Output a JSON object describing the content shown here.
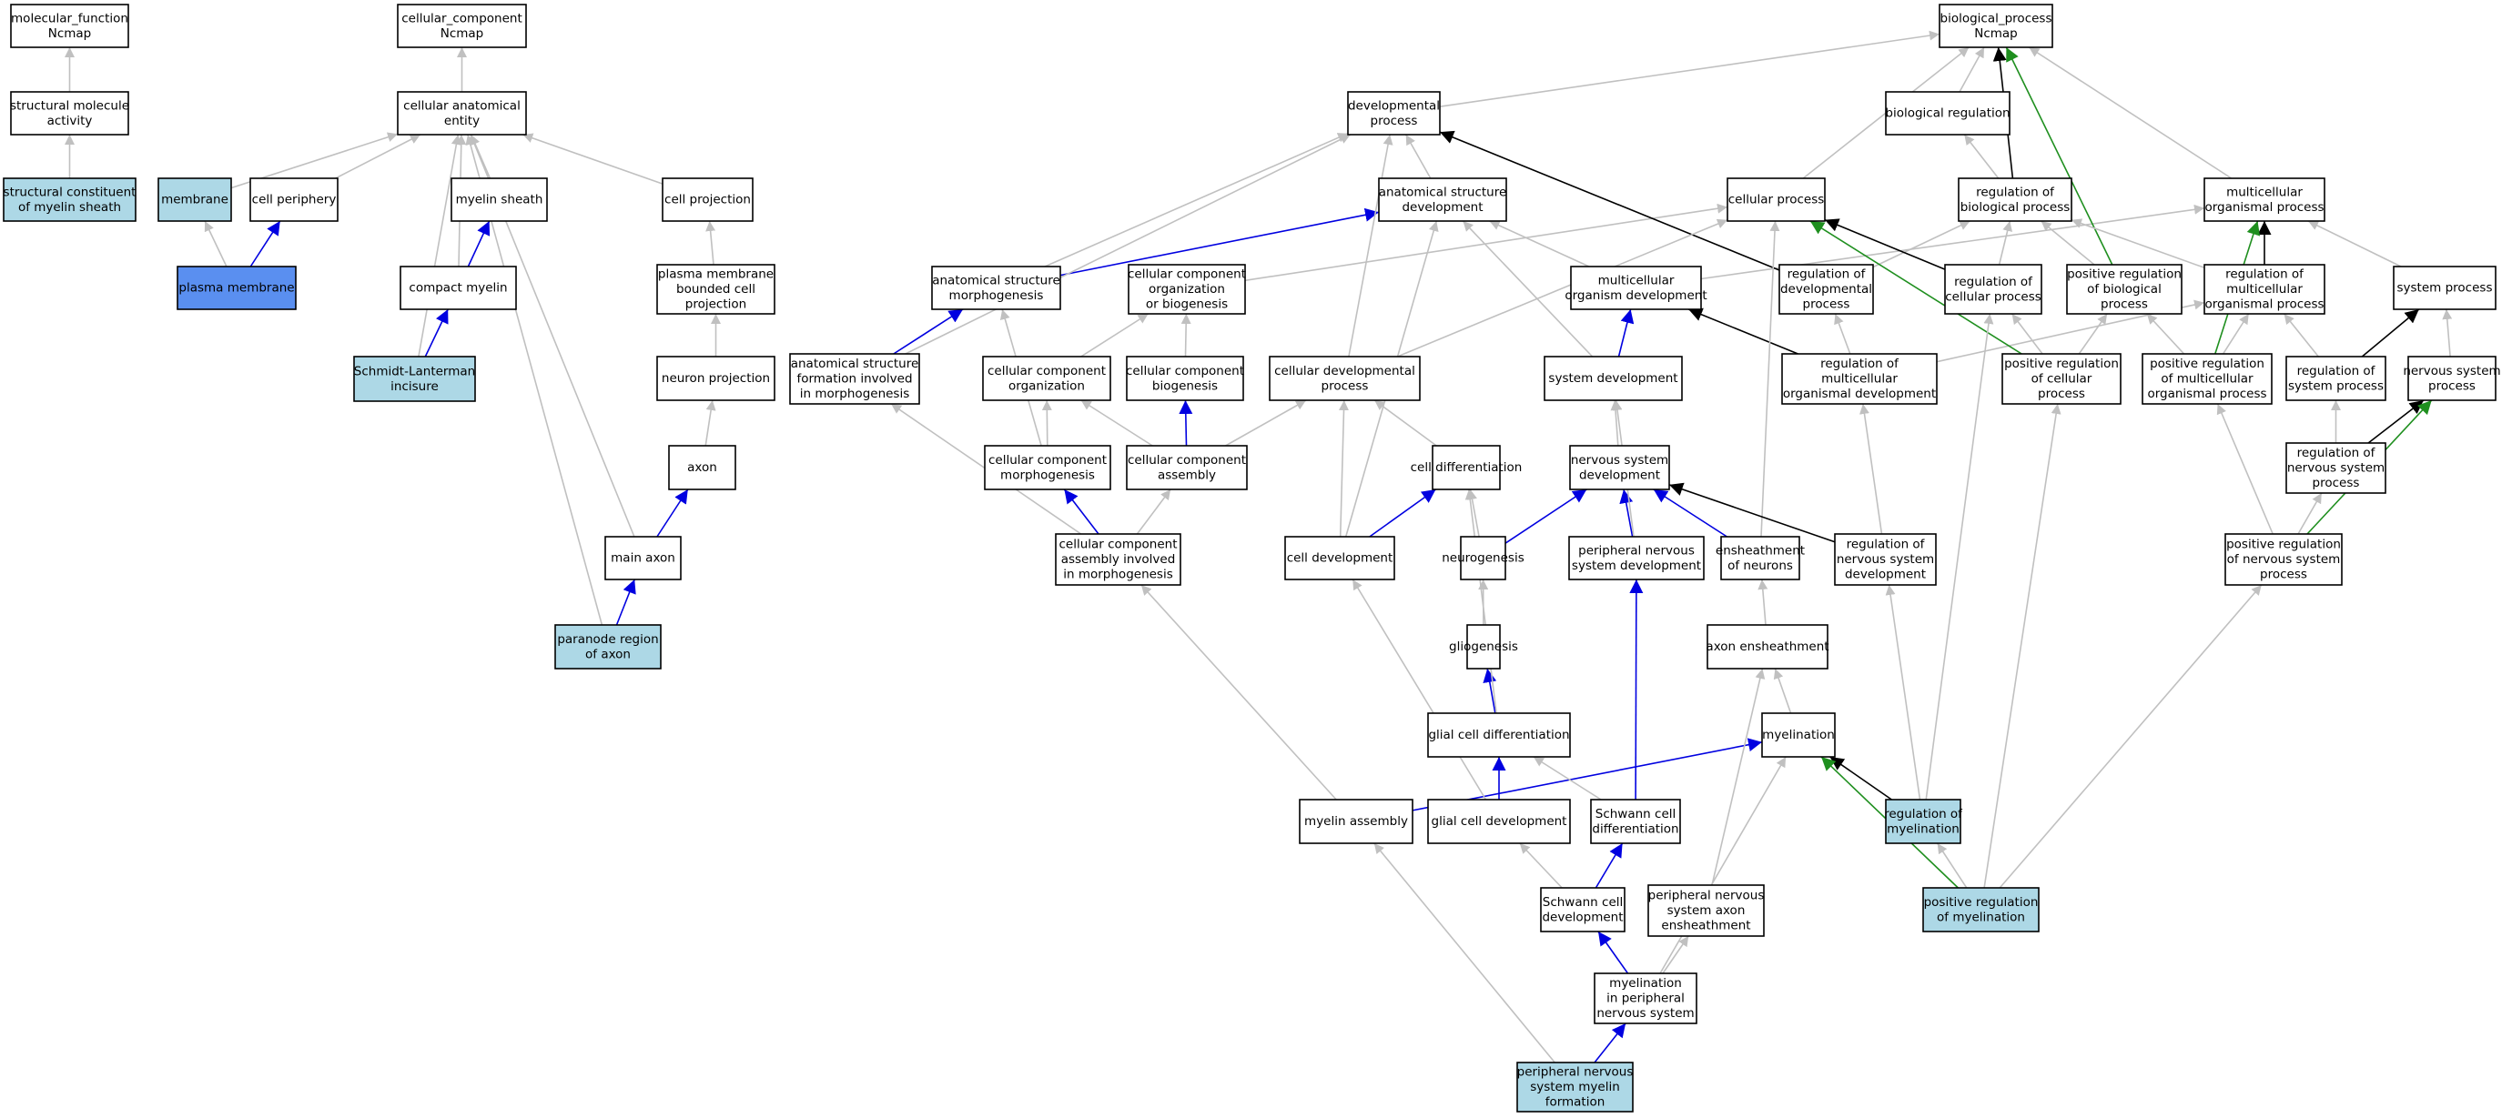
{
  "colors": {
    "default_fill": "#ffffff",
    "highlight_fill": "#add8e6",
    "selected_fill": "#5a8ff0",
    "gray_edge": "#c0c0c0",
    "black_edge": "#000000",
    "blue_edge": "#0000e0",
    "green_edge": "#1f8f1f"
  },
  "nodes": [
    {
      "id": "mf",
      "lines": [
        "molecular_function",
        "Ncmap"
      ],
      "fill": "default"
    },
    {
      "id": "smact",
      "lines": [
        "structural molecule",
        "activity"
      ],
      "fill": "default"
    },
    {
      "id": "scms",
      "lines": [
        "structural constituent",
        "of myelin sheath"
      ],
      "fill": "highlight"
    },
    {
      "id": "cc",
      "lines": [
        "cellular_component",
        "Ncmap"
      ],
      "fill": "default"
    },
    {
      "id": "cae",
      "lines": [
        "cellular anatomical",
        "entity"
      ],
      "fill": "default"
    },
    {
      "id": "membrane",
      "lines": [
        "membrane"
      ],
      "fill": "highlight"
    },
    {
      "id": "cellper",
      "lines": [
        "cell periphery"
      ],
      "fill": "default"
    },
    {
      "id": "myelinsheath",
      "lines": [
        "myelin sheath"
      ],
      "fill": "default"
    },
    {
      "id": "cellproj",
      "lines": [
        "cell projection"
      ],
      "fill": "default"
    },
    {
      "id": "plasmamem",
      "lines": [
        "plasma membrane"
      ],
      "fill": "selected"
    },
    {
      "id": "compact",
      "lines": [
        "compact myelin"
      ],
      "fill": "default"
    },
    {
      "id": "pmbcp",
      "lines": [
        "plasma membrane",
        "bounded cell",
        "projection"
      ],
      "fill": "default"
    },
    {
      "id": "schmidt",
      "lines": [
        "Schmidt-Lanterman",
        "incisure"
      ],
      "fill": "highlight"
    },
    {
      "id": "neuronproj",
      "lines": [
        "neuron projection"
      ],
      "fill": "default"
    },
    {
      "id": "axon",
      "lines": [
        "axon"
      ],
      "fill": "default"
    },
    {
      "id": "mainaxon",
      "lines": [
        "main axon"
      ],
      "fill": "default"
    },
    {
      "id": "paranode",
      "lines": [
        "paranode region",
        "of axon"
      ],
      "fill": "highlight"
    },
    {
      "id": "bp",
      "lines": [
        "biological_process",
        "Ncmap"
      ],
      "fill": "default"
    },
    {
      "id": "devproc",
      "lines": [
        "developmental",
        "process"
      ],
      "fill": "default"
    },
    {
      "id": "bioreg",
      "lines": [
        "biological regulation"
      ],
      "fill": "default"
    },
    {
      "id": "asd",
      "lines": [
        "anatomical structure",
        "development"
      ],
      "fill": "default"
    },
    {
      "id": "cellproc",
      "lines": [
        "cellular process"
      ],
      "fill": "default"
    },
    {
      "id": "regbp",
      "lines": [
        "regulation of",
        "biological process"
      ],
      "fill": "default"
    },
    {
      "id": "multproc",
      "lines": [
        "multicellular",
        "organismal process"
      ],
      "fill": "default"
    },
    {
      "id": "asm",
      "lines": [
        "anatomical structure",
        "morphogenesis"
      ],
      "fill": "default"
    },
    {
      "id": "ccob",
      "lines": [
        "cellular component",
        "organization",
        "or biogenesis"
      ],
      "fill": "default"
    },
    {
      "id": "mod",
      "lines": [
        "multicellular",
        "organism development"
      ],
      "fill": "default"
    },
    {
      "id": "regdev",
      "lines": [
        "regulation of",
        "developmental",
        "process"
      ],
      "fill": "default"
    },
    {
      "id": "regcp",
      "lines": [
        "regulation of",
        "cellular process"
      ],
      "fill": "default"
    },
    {
      "id": "posregbp",
      "lines": [
        "positive regulation",
        "of biological",
        "process"
      ],
      "fill": "default"
    },
    {
      "id": "regmop",
      "lines": [
        "regulation of",
        "multicellular",
        "organismal process"
      ],
      "fill": "default"
    },
    {
      "id": "sysproc",
      "lines": [
        "system process"
      ],
      "fill": "default"
    },
    {
      "id": "asfim",
      "lines": [
        "anatomical structure",
        "formation involved",
        "in morphogenesis"
      ],
      "fill": "default"
    },
    {
      "id": "cco",
      "lines": [
        "cellular component",
        "organization"
      ],
      "fill": "default"
    },
    {
      "id": "ccb",
      "lines": [
        "cellular component",
        "biogenesis"
      ],
      "fill": "default"
    },
    {
      "id": "cdp",
      "lines": [
        "cellular developmental",
        "process"
      ],
      "fill": "default"
    },
    {
      "id": "sysdev",
      "lines": [
        "system development"
      ],
      "fill": "default"
    },
    {
      "id": "regmod",
      "lines": [
        "regulation of",
        "multicellular",
        "organismal development"
      ],
      "fill": "default"
    },
    {
      "id": "posregcp",
      "lines": [
        "positive regulation",
        "of cellular",
        "process"
      ],
      "fill": "default"
    },
    {
      "id": "posregmop",
      "lines": [
        "positive regulation",
        "of multicellular",
        "organismal process"
      ],
      "fill": "default"
    },
    {
      "id": "regsp",
      "lines": [
        "regulation of",
        "system process"
      ],
      "fill": "default"
    },
    {
      "id": "nsp",
      "lines": [
        "nervous system",
        "process"
      ],
      "fill": "default"
    },
    {
      "id": "ccm",
      "lines": [
        "cellular component",
        "morphogenesis"
      ],
      "fill": "default"
    },
    {
      "id": "cca",
      "lines": [
        "cellular component",
        "assembly"
      ],
      "fill": "default"
    },
    {
      "id": "celldiff",
      "lines": [
        "cell differentiation"
      ],
      "fill": "default"
    },
    {
      "id": "nsd",
      "lines": [
        "nervous system",
        "development"
      ],
      "fill": "default"
    },
    {
      "id": "regnsp",
      "lines": [
        "regulation of",
        "nervous system",
        "process"
      ],
      "fill": "default"
    },
    {
      "id": "ccaim",
      "lines": [
        "cellular component",
        "assembly involved",
        "in morphogenesis"
      ],
      "fill": "default"
    },
    {
      "id": "celldev",
      "lines": [
        "cell development"
      ],
      "fill": "default"
    },
    {
      "id": "neurogen",
      "lines": [
        "neurogenesis"
      ],
      "fill": "default"
    },
    {
      "id": "pnsd",
      "lines": [
        "peripheral nervous",
        "system development"
      ],
      "fill": "default"
    },
    {
      "id": "enshe",
      "lines": [
        "ensheathment",
        "of neurons"
      ],
      "fill": "default"
    },
    {
      "id": "regnsd",
      "lines": [
        "regulation of",
        "nervous system",
        "development"
      ],
      "fill": "default"
    },
    {
      "id": "posregnsp",
      "lines": [
        "positive regulation",
        "of nervous system",
        "process"
      ],
      "fill": "default"
    },
    {
      "id": "glio",
      "lines": [
        "gliogenesis"
      ],
      "fill": "default"
    },
    {
      "id": "axonens",
      "lines": [
        "axon ensheathment"
      ],
      "fill": "default"
    },
    {
      "id": "gcd",
      "lines": [
        "glial cell differentiation"
      ],
      "fill": "default"
    },
    {
      "id": "myelination",
      "lines": [
        "myelination"
      ],
      "fill": "default"
    },
    {
      "id": "myelinasm",
      "lines": [
        "myelin assembly"
      ],
      "fill": "default"
    },
    {
      "id": "gcdev",
      "lines": [
        "glial cell development"
      ],
      "fill": "default"
    },
    {
      "id": "scdiff",
      "lines": [
        "Schwann cell",
        "differentiation"
      ],
      "fill": "default"
    },
    {
      "id": "regmyel",
      "lines": [
        "regulation of",
        "myelination"
      ],
      "fill": "highlight"
    },
    {
      "id": "scdev",
      "lines": [
        "Schwann cell",
        "development"
      ],
      "fill": "default"
    },
    {
      "id": "pnsae",
      "lines": [
        "peripheral nervous",
        "system axon",
        "ensheathment"
      ],
      "fill": "default"
    },
    {
      "id": "posregmyel",
      "lines": [
        "positive regulation",
        "of myelination"
      ],
      "fill": "highlight"
    },
    {
      "id": "mipns",
      "lines": [
        "myelination",
        "in peripheral",
        "nervous system"
      ],
      "fill": "default"
    },
    {
      "id": "pnsmf",
      "lines": [
        "peripheral nervous",
        "system myelin",
        "formation"
      ],
      "fill": "highlight"
    }
  ],
  "edges": [
    [
      "smact",
      "mf",
      "gray"
    ],
    [
      "scms",
      "smact",
      "gray"
    ],
    [
      "cae",
      "cc",
      "gray"
    ],
    [
      "membrane",
      "cae",
      "gray"
    ],
    [
      "cellper",
      "cae",
      "gray"
    ],
    [
      "myelinsheath",
      "cae",
      "gray"
    ],
    [
      "cellproj",
      "cae",
      "gray"
    ],
    [
      "plasmamem",
      "membrane",
      "gray"
    ],
    [
      "plasmamem",
      "cellper",
      "blue"
    ],
    [
      "compact",
      "myelinsheath",
      "blue"
    ],
    [
      "compact",
      "cae",
      "gray"
    ],
    [
      "pmbcp",
      "cellproj",
      "gray"
    ],
    [
      "schmidt",
      "compact",
      "blue"
    ],
    [
      "schmidt",
      "cae",
      "gray"
    ],
    [
      "neuronproj",
      "pmbcp",
      "gray"
    ],
    [
      "axon",
      "neuronproj",
      "gray"
    ],
    [
      "mainaxon",
      "axon",
      "blue"
    ],
    [
      "mainaxon",
      "cae",
      "gray"
    ],
    [
      "paranode",
      "mainaxon",
      "blue"
    ],
    [
      "paranode",
      "cae",
      "gray"
    ],
    [
      "devproc",
      "bp",
      "gray"
    ],
    [
      "bioreg",
      "bp",
      "gray"
    ],
    [
      "cellproc",
      "bp",
      "gray"
    ],
    [
      "regbp",
      "bioreg",
      "gray"
    ],
    [
      "regbp",
      "bp",
      "black"
    ],
    [
      "multproc",
      "bp",
      "gray"
    ],
    [
      "asd",
      "devproc",
      "gray"
    ],
    [
      "asm",
      "asd",
      "blue"
    ],
    [
      "asm",
      "devproc",
      "gray"
    ],
    [
      "ccob",
      "cellproc",
      "gray"
    ],
    [
      "mod",
      "asd",
      "gray"
    ],
    [
      "mod",
      "multproc",
      "gray"
    ],
    [
      "regdev",
      "devproc",
      "black"
    ],
    [
      "regdev",
      "regbp",
      "gray"
    ],
    [
      "regcp",
      "cellproc",
      "black"
    ],
    [
      "regcp",
      "regbp",
      "gray"
    ],
    [
      "posregbp",
      "bp",
      "green"
    ],
    [
      "posregbp",
      "regbp",
      "gray"
    ],
    [
      "regmop",
      "multproc",
      "black"
    ],
    [
      "regmop",
      "regbp",
      "gray"
    ],
    [
      "sysproc",
      "multproc",
      "gray"
    ],
    [
      "asfim",
      "asm",
      "blue"
    ],
    [
      "asfim",
      "devproc",
      "gray"
    ],
    [
      "cco",
      "ccob",
      "gray"
    ],
    [
      "ccb",
      "ccob",
      "gray"
    ],
    [
      "cdp",
      "cellproc",
      "gray"
    ],
    [
      "cdp",
      "devproc",
      "gray"
    ],
    [
      "sysdev",
      "mod",
      "blue"
    ],
    [
      "sysdev",
      "asd",
      "gray"
    ],
    [
      "regmod",
      "mod",
      "black"
    ],
    [
      "regmod",
      "regdev",
      "gray"
    ],
    [
      "regmod",
      "regmop",
      "gray"
    ],
    [
      "posregcp",
      "cellproc",
      "green"
    ],
    [
      "posregcp",
      "regcp",
      "gray"
    ],
    [
      "posregcp",
      "posregbp",
      "gray"
    ],
    [
      "posregmop",
      "regmop",
      "gray"
    ],
    [
      "posregmop",
      "multproc",
      "green"
    ],
    [
      "posregmop",
      "posregbp",
      "gray"
    ],
    [
      "regsp",
      "sysproc",
      "black"
    ],
    [
      "regsp",
      "regmop",
      "gray"
    ],
    [
      "nsp",
      "sysproc",
      "gray"
    ],
    [
      "ccm",
      "asm",
      "gray"
    ],
    [
      "ccm",
      "cco",
      "gray"
    ],
    [
      "cca",
      "ccb",
      "blue"
    ],
    [
      "cca",
      "cco",
      "gray"
    ],
    [
      "cca",
      "cdp",
      "gray"
    ],
    [
      "celldiff",
      "cdp",
      "gray"
    ],
    [
      "nsd",
      "sysdev",
      "gray"
    ],
    [
      "regnsp",
      "nsp",
      "black"
    ],
    [
      "regnsp",
      "regsp",
      "gray"
    ],
    [
      "ccaim",
      "ccm",
      "blue"
    ],
    [
      "ccaim",
      "cca",
      "gray"
    ],
    [
      "ccaim",
      "asfim",
      "gray"
    ],
    [
      "celldev",
      "celldiff",
      "blue"
    ],
    [
      "celldev",
      "cdp",
      "gray"
    ],
    [
      "celldev",
      "asd",
      "gray"
    ],
    [
      "neurogen",
      "nsd",
      "blue"
    ],
    [
      "neurogen",
      "celldiff",
      "gray"
    ],
    [
      "pnsd",
      "nsd",
      "blue"
    ],
    [
      "pnsd",
      "sysdev",
      "gray"
    ],
    [
      "enshe",
      "nsd",
      "blue"
    ],
    [
      "enshe",
      "cellproc",
      "gray"
    ],
    [
      "regnsd",
      "nsd",
      "black"
    ],
    [
      "regnsd",
      "regmod",
      "gray"
    ],
    [
      "posregnsp",
      "nsp",
      "green"
    ],
    [
      "posregnsp",
      "regnsp",
      "gray"
    ],
    [
      "posregnsp",
      "posregmop",
      "gray"
    ],
    [
      "glio",
      "neurogen",
      "gray"
    ],
    [
      "axonens",
      "enshe",
      "gray"
    ],
    [
      "gcd",
      "glio",
      "blue"
    ],
    [
      "gcd",
      "celldiff",
      "gray"
    ],
    [
      "myelination",
      "axonens",
      "gray"
    ],
    [
      "myelinasm",
      "myelination",
      "blue"
    ],
    [
      "myelinasm",
      "ccaim",
      "gray"
    ],
    [
      "gcdev",
      "gcd",
      "blue"
    ],
    [
      "gcdev",
      "celldev",
      "gray"
    ],
    [
      "scdiff",
      "pnsd",
      "blue"
    ],
    [
      "scdiff",
      "gcd",
      "gray"
    ],
    [
      "regmyel",
      "myelination",
      "black"
    ],
    [
      "regmyel",
      "regnsd",
      "gray"
    ],
    [
      "regmyel",
      "regcp",
      "gray"
    ],
    [
      "scdev",
      "scdiff",
      "blue"
    ],
    [
      "scdev",
      "gcdev",
      "gray"
    ],
    [
      "pnsae",
      "axonens",
      "gray"
    ],
    [
      "posregmyel",
      "myelination",
      "green"
    ],
    [
      "posregmyel",
      "regmyel",
      "gray"
    ],
    [
      "posregmyel",
      "posregcp",
      "gray"
    ],
    [
      "posregmyel",
      "posregnsp",
      "gray"
    ],
    [
      "mipns",
      "scdev",
      "blue"
    ],
    [
      "mipns",
      "pnsae",
      "gray"
    ],
    [
      "mipns",
      "myelination",
      "gray"
    ],
    [
      "pnsmf",
      "mipns",
      "blue"
    ],
    [
      "pnsmf",
      "myelinasm",
      "gray"
    ]
  ]
}
